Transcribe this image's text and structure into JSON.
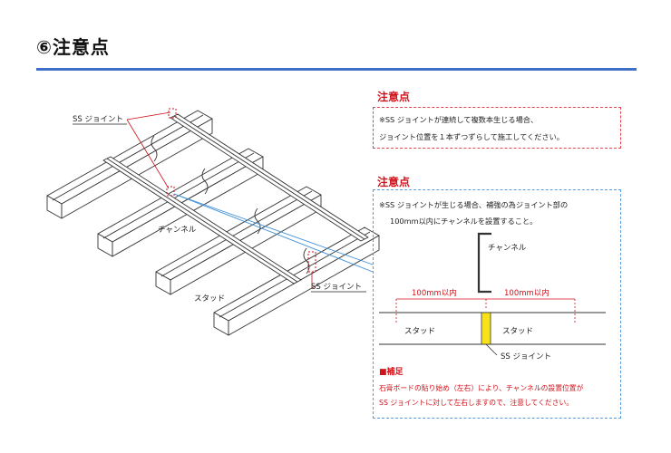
{
  "page": {
    "title": "⑥注意点"
  },
  "note1": {
    "heading": "注意点",
    "lines": [
      "※SS ジョイントが連続して複数本生じる場合、",
      "ジョイント位置を１本ずつずらして施工してください。"
    ]
  },
  "note2": {
    "heading": "注意点",
    "lines": [
      "※SS ジョイントが生じる場合、補強の為ジョイント部の",
      "100mm以内にチャンネルを設置すること。"
    ],
    "detail": {
      "channel_label": "チャンネル",
      "dim_left": "100mm以内",
      "dim_right": "100mm以内",
      "stud_left": "スタッド",
      "stud_right": "スタッド",
      "joint_label": "SS ジョイント"
    },
    "supplement": {
      "heading": "■補足",
      "lines": [
        "石膏ボードの貼り始め（左右）により、チャンネルの設置位置が",
        "SS ジョイントに対して左右しますので、注意してください。"
      ]
    }
  },
  "isometric": {
    "label_joint_top": "SS ジョイント",
    "label_channel": "チャンネル",
    "label_stud": "スタッド",
    "label_joint_bottom": "SS ジョイント"
  },
  "colors": {
    "accent_blue": "#3f6fc9",
    "warning_red": "#d0121b",
    "joint_yellow": "#f7e21c"
  }
}
